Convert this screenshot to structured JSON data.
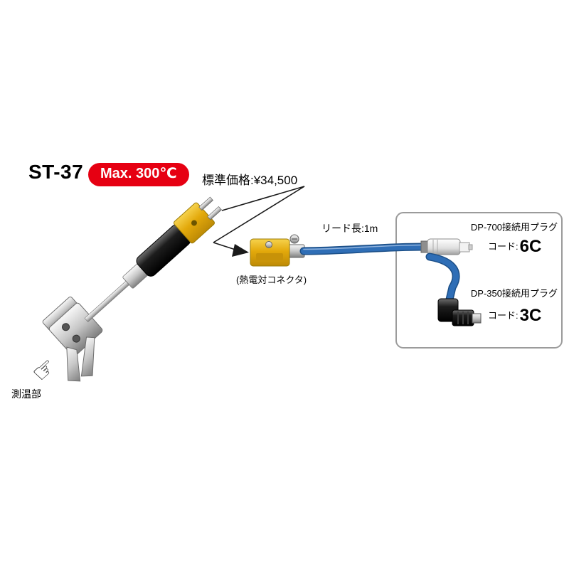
{
  "product": {
    "model": "ST-37",
    "max_temp_badge": "Max. 300℃",
    "price_label": "標準価格:¥34,500"
  },
  "annotations": {
    "sensor_part": "測温部",
    "thermocouple_connector": "(熱電対コネクタ)",
    "lead_length": "リード長:1m"
  },
  "plug_options": [
    {
      "name": "DP-700接続用プラグ",
      "code_prefix": "コード:",
      "code": "6C"
    },
    {
      "name": "DP-350接続用プラグ",
      "code_prefix": "コード:",
      "code": "3C"
    }
  ],
  "icons": {
    "pointing_hand": "☞"
  },
  "colors": {
    "badge_red": "#e60012",
    "cable_blue": "#2f6eb6",
    "connector_yellow": "#e3a90b"
  }
}
